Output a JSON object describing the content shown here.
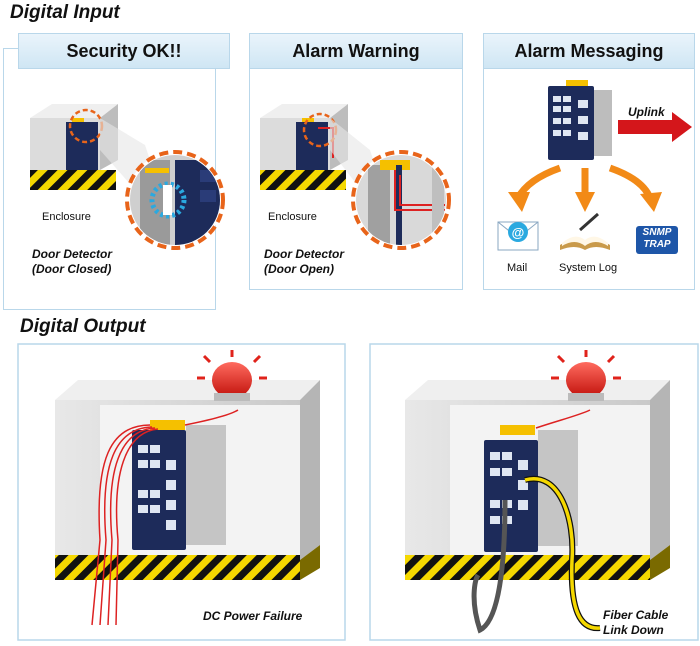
{
  "digital_input": {
    "title": "Digital Input",
    "panels": [
      {
        "heading": "Security OK!!",
        "label": "Enclosure",
        "caption_line1": "Door Detector",
        "caption_line2": "(Door Closed)"
      },
      {
        "heading": "Alarm Warning",
        "label": "Enclosure",
        "caption_line1": "Door Detector",
        "caption_line2": "(Door Open)"
      },
      {
        "heading": "Alarm Messaging",
        "uplink": "Uplink",
        "mail": "Mail",
        "syslog": "System Log",
        "snmp_line1": "SNMP",
        "snmp_line2": "TRAP"
      }
    ]
  },
  "digital_output": {
    "title": "Digital Output",
    "panels": [
      {
        "caption_line1": "DC Power Failure"
      },
      {
        "caption_line1": "Fiber Cable",
        "caption_line2": "Link Down"
      }
    ]
  },
  "colors": {
    "panel_border": "#b9d7ea",
    "header_bg": "#d6eaf6",
    "alarm_red": "#e0231b",
    "dash_orange": "#e8641a",
    "switch_navy": "#1d2b5a",
    "arrow_orange": "#f28a17"
  }
}
